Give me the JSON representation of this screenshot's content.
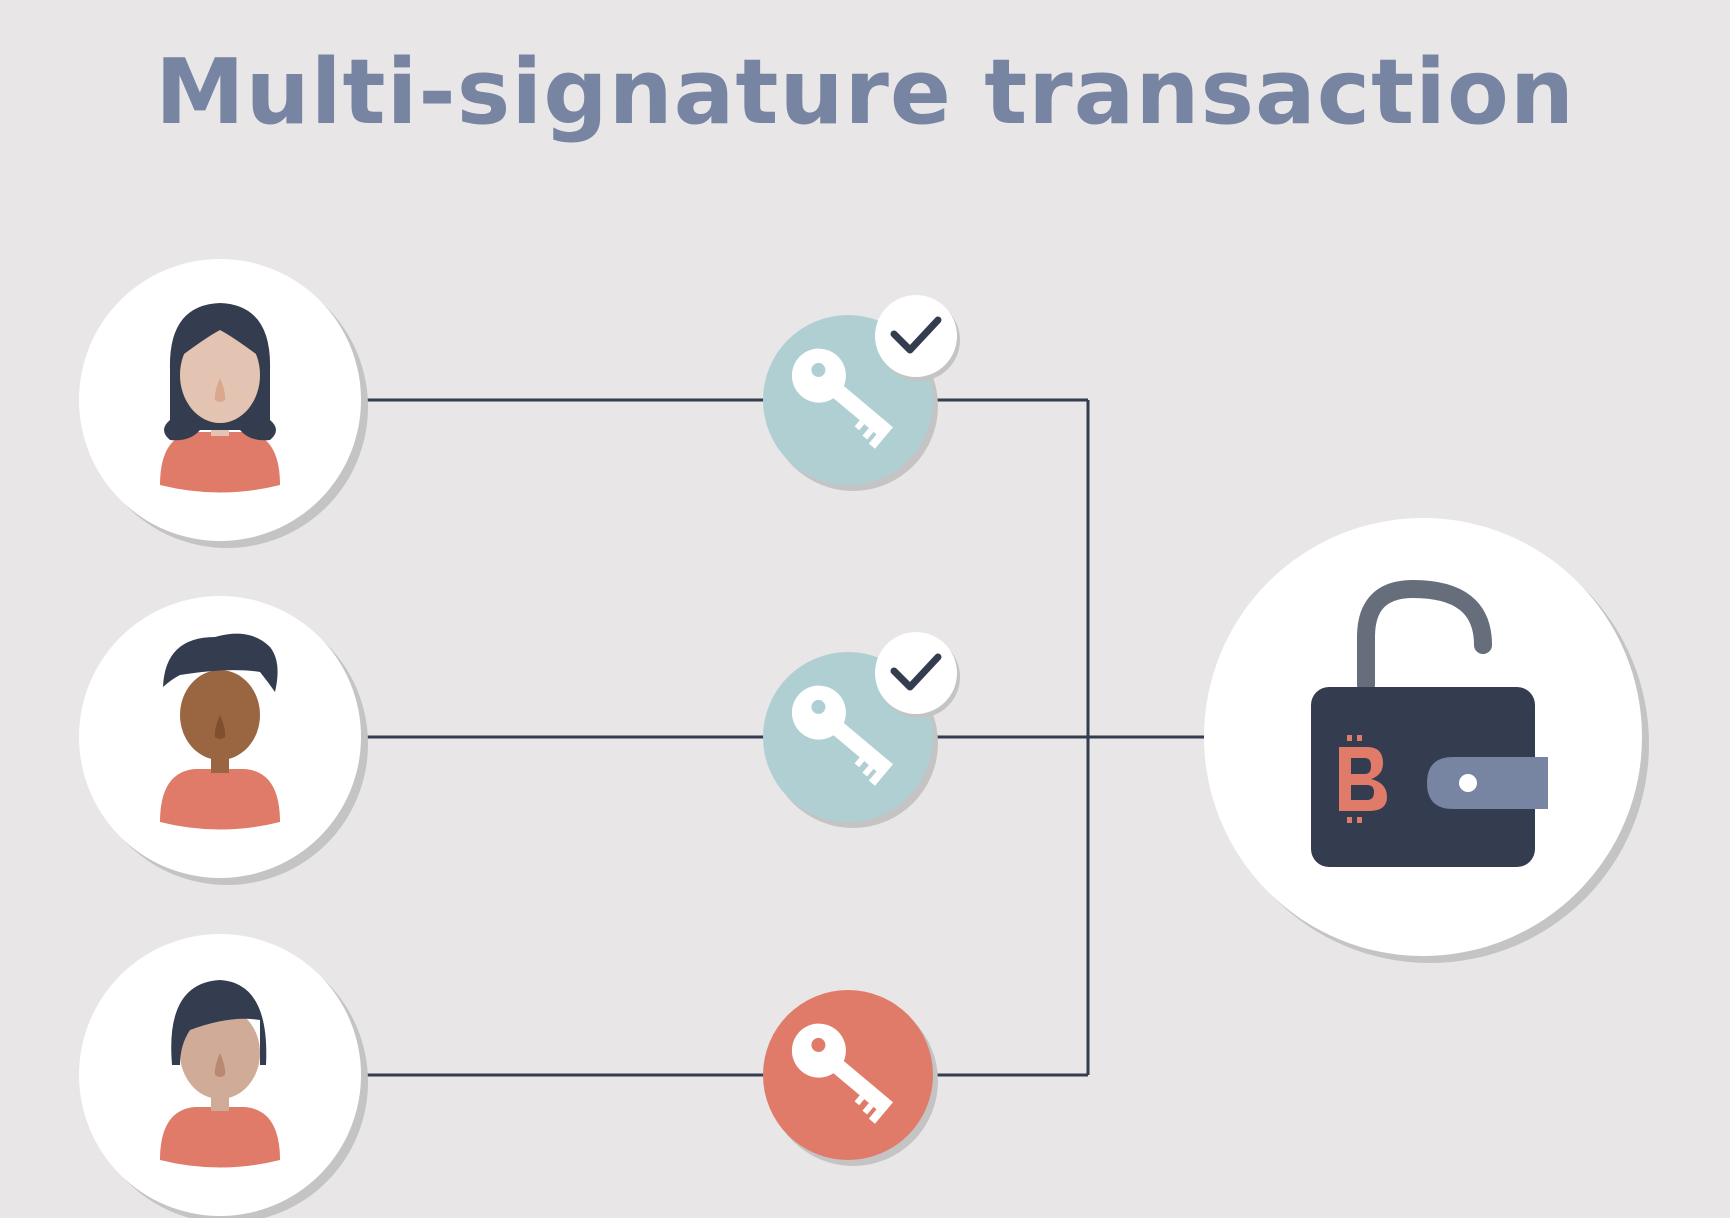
{
  "title": "Multi-signature transaction",
  "colors": {
    "background": "#e8e6e7",
    "title": "#7784a2",
    "line": "#343c4f",
    "circle": "#ffffff",
    "circle_shadow": "#c4c4c4",
    "hair": "#343c4f",
    "shirt": "#e07b6a",
    "key_signed": "#b0cfd2",
    "key_unsigned": "#e07b6a",
    "key_glyph": "#ffffff",
    "check": "#343c4f",
    "wallet": "#343c4f",
    "wallet_clasp": "#7784a2",
    "shackle": "#666d7b",
    "bitcoin_symbol": "#e07b6a"
  },
  "signers": [
    {
      "avatar": "woman-long-hair-avatar",
      "skin": "#e3c3b2",
      "nose": "#d9a88e",
      "key_state": "signed",
      "key_icon": "key-icon",
      "badge_icon": "checkmark-icon"
    },
    {
      "avatar": "man-dark-skin-avatar",
      "skin": "#9a6642",
      "nose": "#7f4f2f",
      "key_state": "signed",
      "key_icon": "key-icon",
      "badge_icon": "checkmark-icon"
    },
    {
      "avatar": "person-short-hair-avatar",
      "skin": "#d0ab97",
      "nose": "#b98972",
      "key_state": "unsigned",
      "key_icon": "key-icon",
      "badge_icon": ""
    }
  ],
  "wallet": {
    "icon": "bitcoin-wallet-padlock-icon",
    "lock_state": "unlocked",
    "symbol_icon": "bitcoin-symbol-icon"
  }
}
